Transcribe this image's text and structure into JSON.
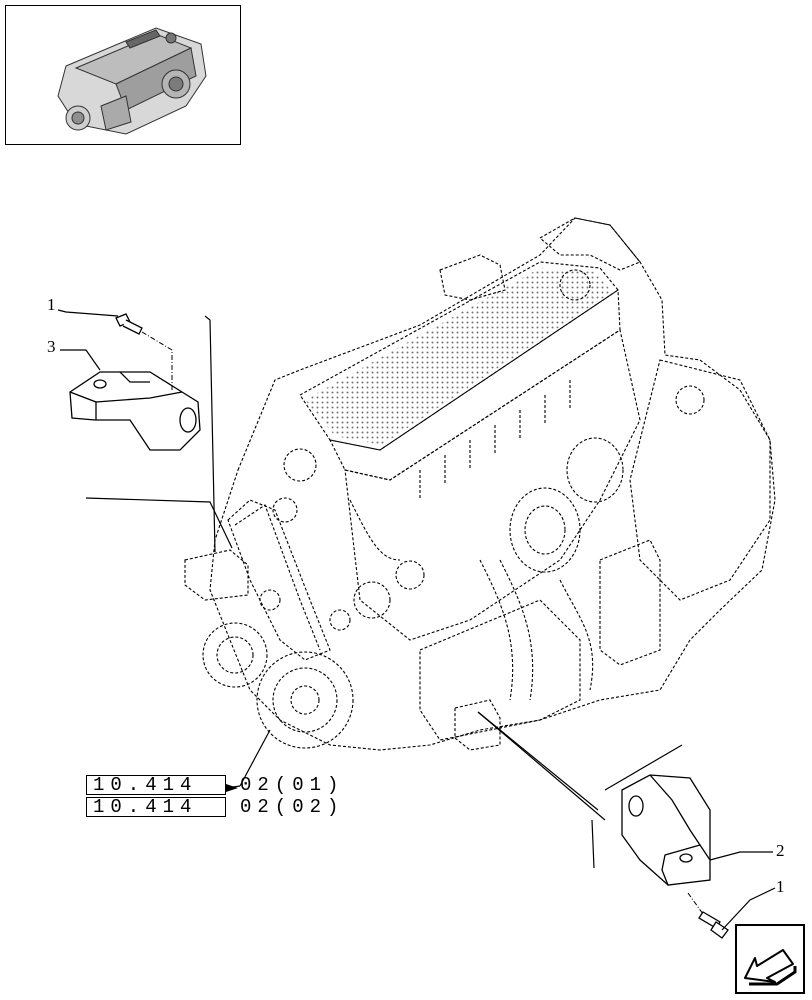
{
  "callouts": {
    "c1_top": "1",
    "c3": "3",
    "c2": "2",
    "c1_bottom": "1"
  },
  "references": [
    {
      "box": "10.414",
      "suffix": "02(01)"
    },
    {
      "box": "10.414",
      "suffix": "02(02)"
    }
  ],
  "icons": {
    "thumbnail": "engine-thumbnail-icon",
    "nav": "previous-page-arrow-icon"
  }
}
